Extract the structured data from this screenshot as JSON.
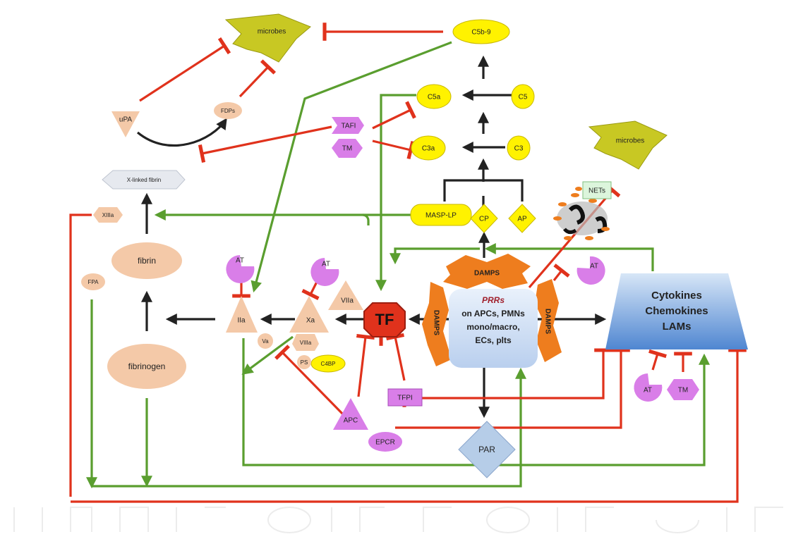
{
  "nodes": {
    "microbes_top": "microbes",
    "microbes_right": "microbes",
    "c5b9": "C5b-9",
    "c5a": "C5a",
    "c5": "C5",
    "c3a": "C3a",
    "c3": "C3",
    "upa": "uPA",
    "fdps": "FDPs",
    "tafi": "TAFI",
    "tm_top": "TM",
    "xlinked_fibrin": "X-linked fibrin",
    "xiiia": "XIIIa",
    "fibrin": "fibrin",
    "fpa": "FPA",
    "fibrinogen": "fibrinogen",
    "masp_lp": "MASP-LP",
    "cp": "CP",
    "ap": "AP",
    "nets": "NETs",
    "at1": "AT",
    "at2": "AT",
    "at3": "AT",
    "at4": "AT",
    "viia": "VIIa",
    "iia": "IIa",
    "xa": "Xa",
    "va": "Va",
    "viiia": "VIIIa",
    "ps": "PS",
    "c4bp": "C4BP",
    "tf": "TF",
    "damps_top": "DAMPS",
    "damps_left": "DAMPS",
    "damps_right": "DAMPS",
    "prrs_title": "PRRs",
    "prrs_line1": "on APCs, PMNs",
    "prrs_line2": "mono/macro,",
    "prrs_line3": "ECs, plts",
    "cytokines": "Cytokines",
    "chemokines": "Chemokines",
    "lams": "LAMs",
    "tm_bottom": "TM",
    "tfpi": "TFPI",
    "apc": "APC",
    "epcr": "EPCR",
    "par": "PAR"
  },
  "colors": {
    "activation": "#222222",
    "inhibition": "#e0321c",
    "crosstalk": "#5a9e2f",
    "complement_node": "#fff200",
    "coag_factor": "#f4c9a8",
    "inhibitor_node": "#d97ee8",
    "tf_node": "#e0321c",
    "damps": "#ee7d1e",
    "microbes": "#c8c823",
    "cytokine_box": "#5a8fd6"
  }
}
